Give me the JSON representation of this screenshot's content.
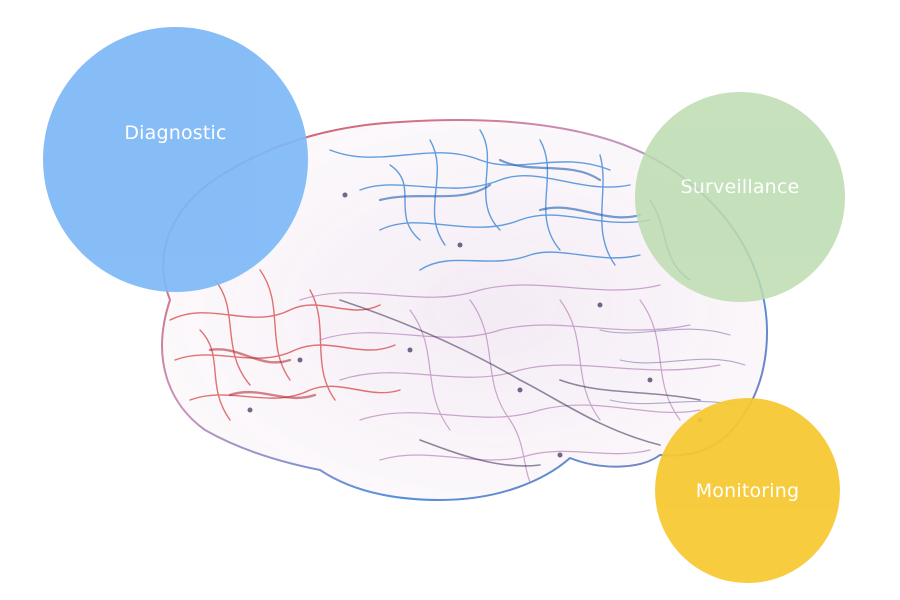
{
  "bubbles": {
    "diagnostic": {
      "label": "Diagnostic",
      "color": "#7db8f7",
      "opacity": 0.92
    },
    "surveillance": {
      "label": "Surveillance",
      "color": "#bcdcb0",
      "opacity": 0.85
    },
    "monitoring": {
      "label": "Monitoring",
      "color": "#f6c930",
      "opacity": 0.93
    }
  },
  "brain": {
    "colors": {
      "front": "#2f7fd6",
      "rear": "#d43a3a",
      "mid": "#c48ab8",
      "dark": "#3a2a55"
    }
  }
}
